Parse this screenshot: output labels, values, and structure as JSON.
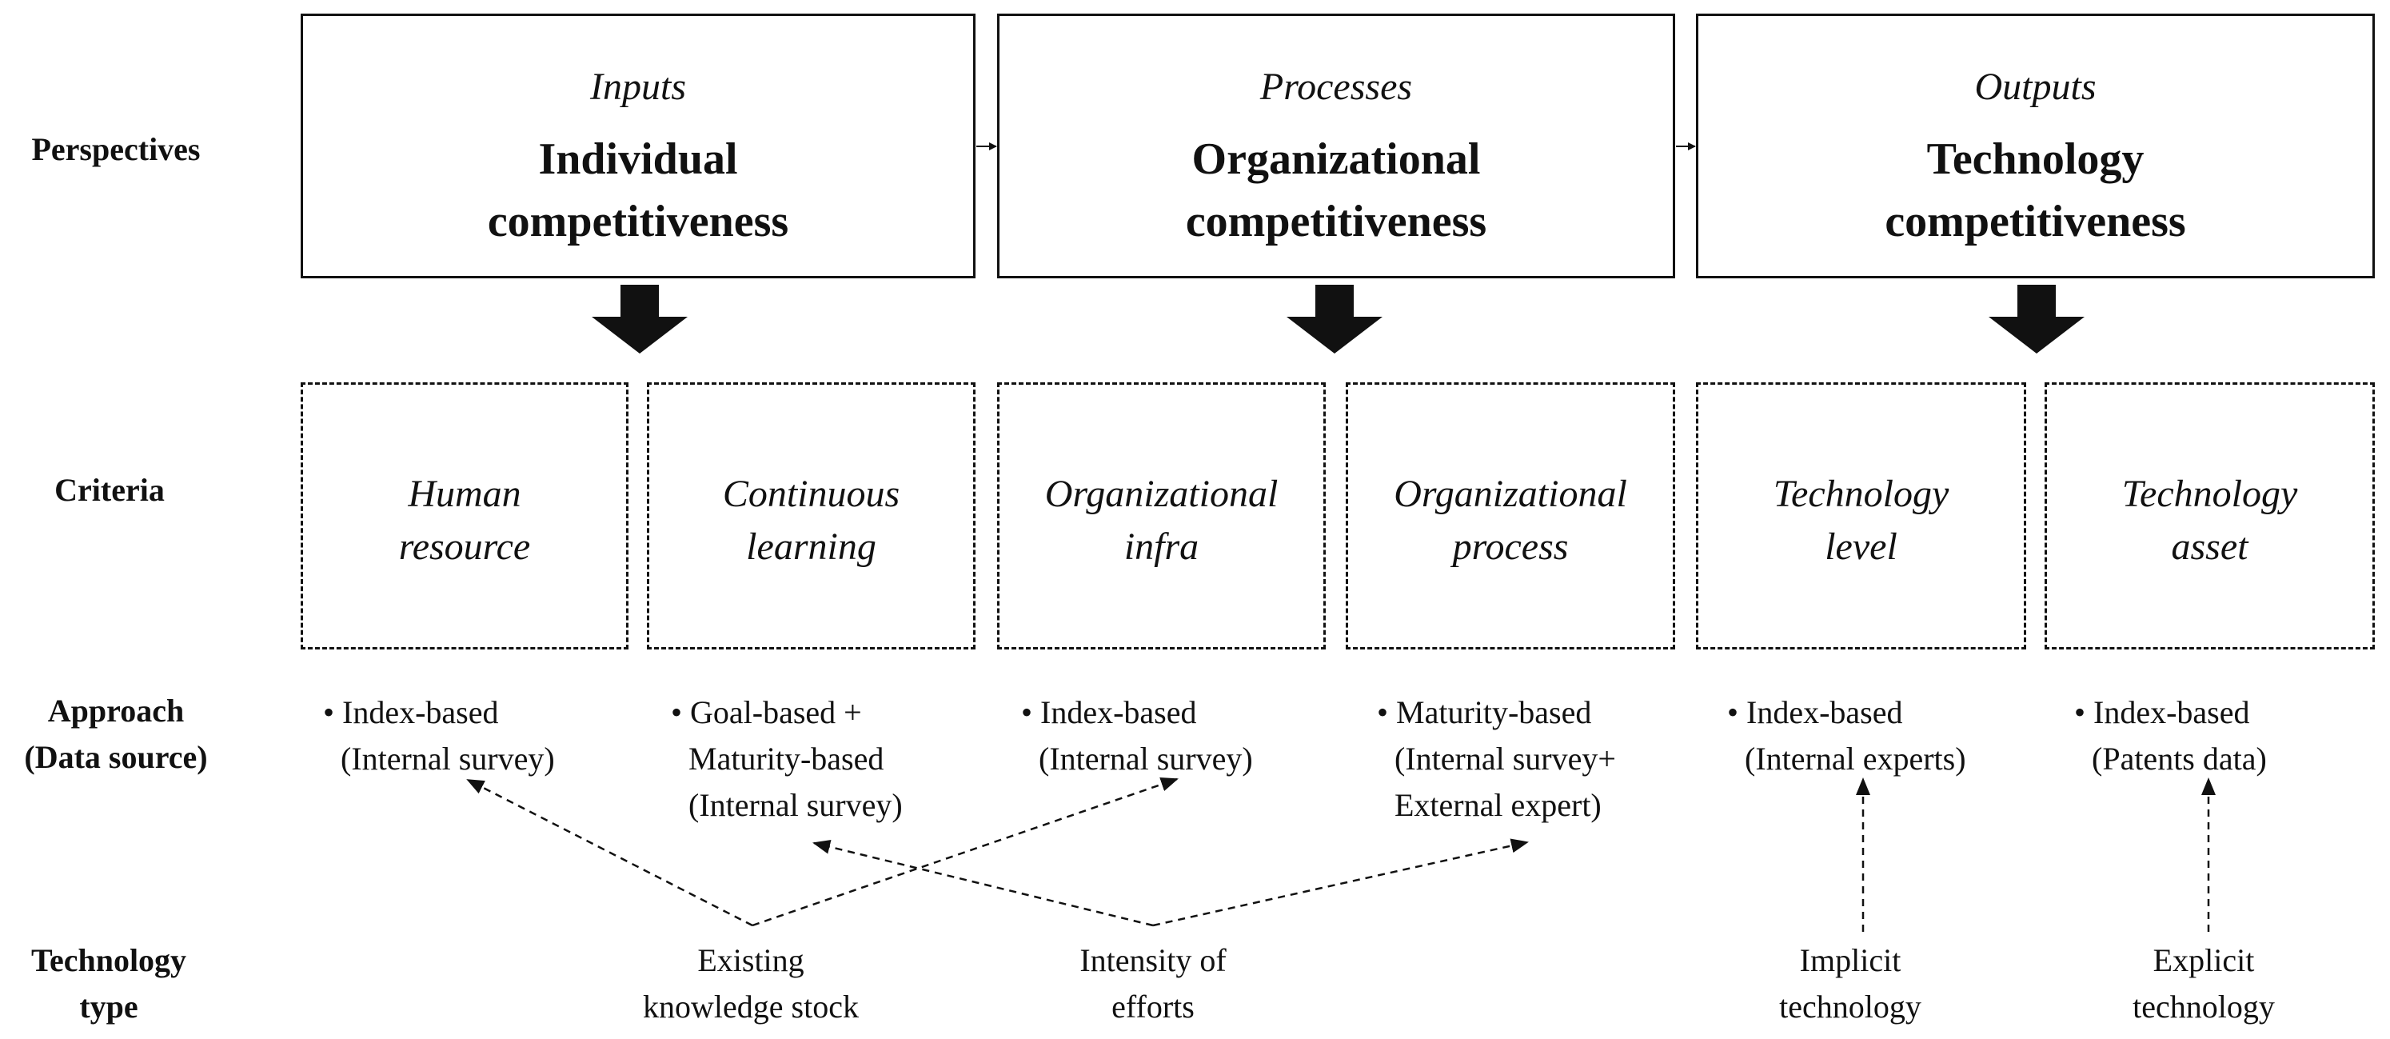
{
  "rows": {
    "perspectives": "Perspectives",
    "criteria": "Criteria",
    "approach_line1": "Approach",
    "approach_line2": "(Data source)",
    "techtype_line1": "Technology",
    "techtype_line2": "type"
  },
  "perspectives": [
    {
      "subtitle": "Inputs",
      "title_line1": "Individual",
      "title_line2": "competitiveness"
    },
    {
      "subtitle": "Processes",
      "title_line1": "Organizational",
      "title_line2": "competitiveness"
    },
    {
      "subtitle": "Outputs",
      "title_line1": "Technology",
      "title_line2": "competitiveness"
    }
  ],
  "criteria": [
    {
      "line1": "Human",
      "line2": "resource"
    },
    {
      "line1": "Continuous",
      "line2": "learning"
    },
    {
      "line1": "Organizational",
      "line2": "infra"
    },
    {
      "line1": "Organizational",
      "line2": "process"
    },
    {
      "line1": "Technology",
      "line2": "level"
    },
    {
      "line1": "Technology",
      "line2": "asset"
    }
  ],
  "approaches": [
    {
      "lines": [
        "• Index-based",
        "(Internal survey)"
      ]
    },
    {
      "lines": [
        "• Goal-based +",
        "Maturity-based",
        "(Internal survey)"
      ]
    },
    {
      "lines": [
        "• Index-based",
        "(Internal survey)"
      ]
    },
    {
      "lines": [
        "• Maturity-based",
        "(Internal survey+",
        "External expert)"
      ]
    },
    {
      "lines": [
        "• Index-based",
        "(Internal experts)"
      ]
    },
    {
      "lines": [
        "• Index-based",
        "(Patents data)"
      ]
    }
  ],
  "technology_types": [
    {
      "line1": "Existing",
      "line2": "knowledge stock"
    },
    {
      "line1": "Intensity of",
      "line2": "efforts"
    },
    {
      "line1": "Implicit",
      "line2": "technology"
    },
    {
      "line1": "Explicit",
      "line2": "technology"
    }
  ]
}
